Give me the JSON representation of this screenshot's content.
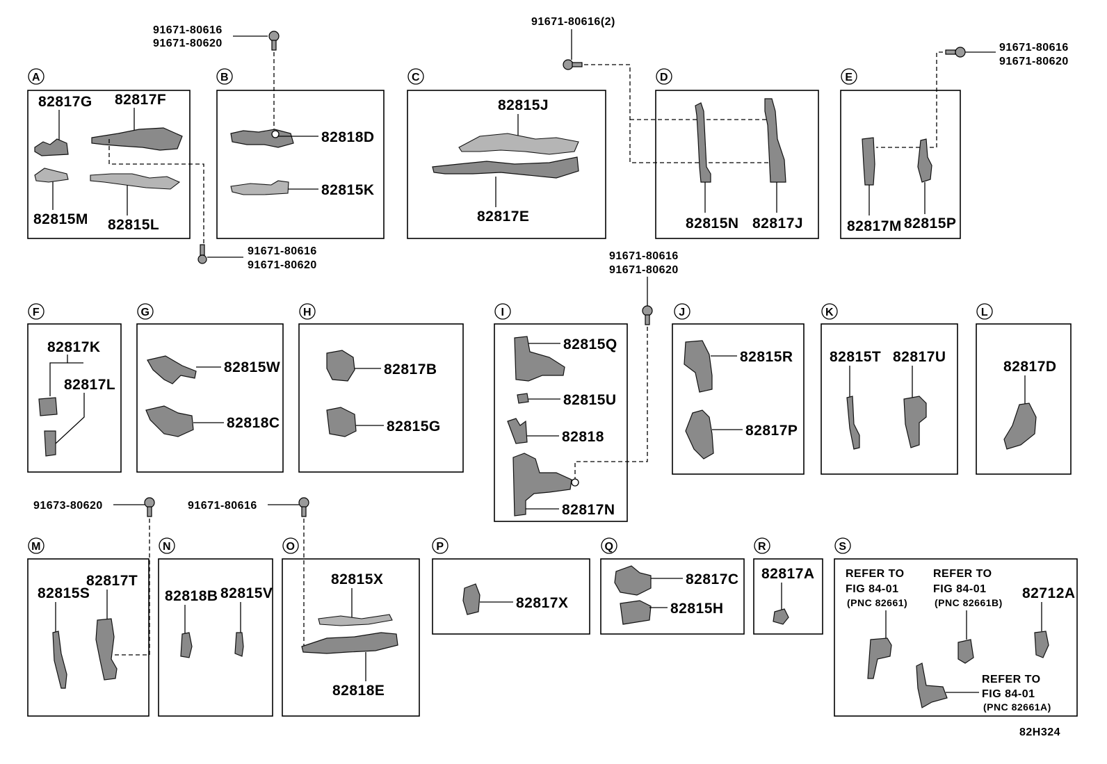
{
  "figure_code": "82H324",
  "sections": [
    {
      "letter": "A",
      "labels": [
        "82817G",
        "82817F",
        "82815M",
        "82815L"
      ]
    },
    {
      "letter": "B",
      "labels": [
        "82818D",
        "82815K"
      ]
    },
    {
      "letter": "C",
      "labels": [
        "82815J",
        "82817E"
      ]
    },
    {
      "letter": "D",
      "labels": [
        "82815N",
        "82817J"
      ]
    },
    {
      "letter": "E",
      "labels": [
        "82817M",
        "82815P"
      ]
    },
    {
      "letter": "F",
      "labels": [
        "82817K",
        "82817L"
      ]
    },
    {
      "letter": "G",
      "labels": [
        "82815W",
        "82818C"
      ]
    },
    {
      "letter": "H",
      "labels": [
        "82817B",
        "82815G"
      ]
    },
    {
      "letter": "I",
      "labels": [
        "82815Q",
        "82815U",
        "82818",
        "82817N"
      ]
    },
    {
      "letter": "J",
      "labels": [
        "82815R",
        "82817P"
      ]
    },
    {
      "letter": "K",
      "labels": [
        "82815T",
        "82817U"
      ]
    },
    {
      "letter": "L",
      "labels": [
        "82817D"
      ]
    },
    {
      "letter": "M",
      "labels": [
        "82815S",
        "82817T"
      ]
    },
    {
      "letter": "N",
      "labels": [
        "82818B",
        "82815V"
      ]
    },
    {
      "letter": "O",
      "labels": [
        "82815X",
        "82818E"
      ]
    },
    {
      "letter": "P",
      "labels": [
        "82817X"
      ]
    },
    {
      "letter": "Q",
      "labels": [
        "82817C",
        "82815H"
      ]
    },
    {
      "letter": "R",
      "labels": [
        "82817A"
      ]
    },
    {
      "letter": "S",
      "labels": [
        "82712A"
      ]
    }
  ],
  "fasteners": {
    "top_b": [
      "91671-80616",
      "91671-80620"
    ],
    "top_d": "91671-80616(2)",
    "top_e": [
      "91671-80616",
      "91671-80620"
    ],
    "a_bottom": [
      "91671-80616",
      "91671-80620"
    ],
    "i_top": [
      "91671-80616",
      "91671-80620"
    ],
    "m_bolt": "91673-80620",
    "o_bolt": "91671-80616"
  },
  "references": [
    {
      "line1": "REFER TO",
      "line2": "FIG 84-01",
      "line3": "(PNC 82661)"
    },
    {
      "line1": "REFER TO",
      "line2": "FIG 84-01",
      "line3": "(PNC 82661B)"
    },
    {
      "line1": "REFER TO",
      "line2": "FIG 84-01",
      "line3": "(PNC 82661A)"
    }
  ]
}
